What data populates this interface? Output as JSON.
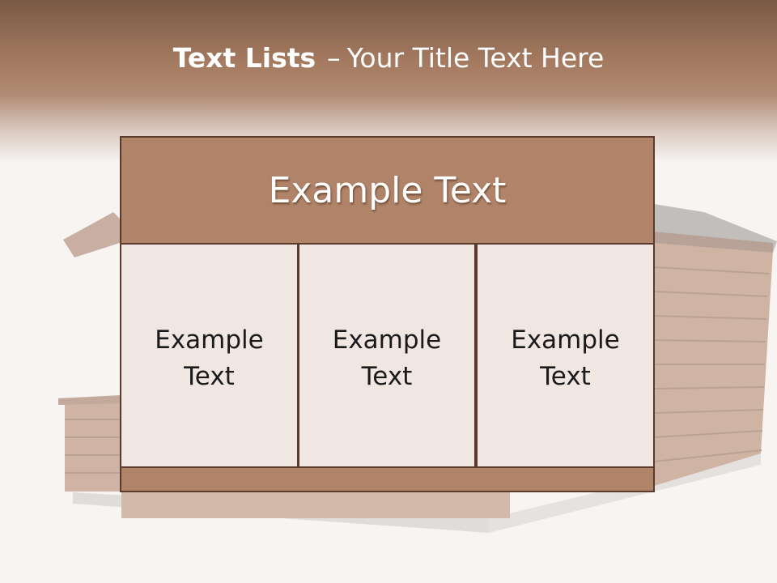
{
  "title": {
    "bold": "Text Lists",
    "dash": "–",
    "rest": "Your Title Text Here"
  },
  "panel": {
    "header": "Example Text",
    "cells": [
      "Example Text",
      "Example Text",
      "Example Text"
    ]
  },
  "colors": {
    "header_brown": "#a47a60",
    "panel_brown": "#b08469",
    "border": "#5a3a2a",
    "cell_bg": "#f0e6e2"
  },
  "background_image": "wooden-cabin"
}
